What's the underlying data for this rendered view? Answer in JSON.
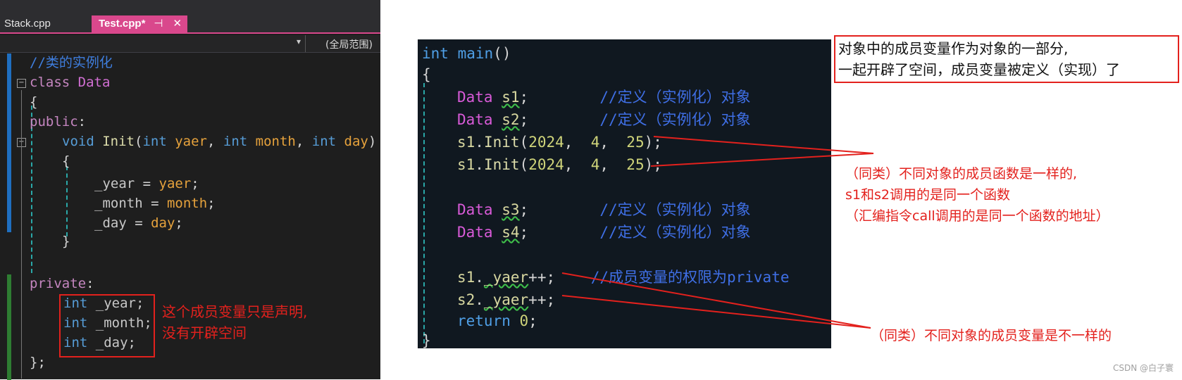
{
  "tabs": [
    {
      "label": "Stack.cpp"
    },
    {
      "label": "Test.cpp*",
      "pin": "⊣",
      "close": "✕"
    }
  ],
  "scope": {
    "label": "(全局范围)"
  },
  "left_code": {
    "comment_title": "//类的实例化",
    "class_kw": "class",
    "class_name": "Data",
    "brace_open": "{",
    "public_kw": "public",
    "colon": ":",
    "void_kw": "void",
    "fn_name": "Init",
    "int_kw": "int",
    "p1": "yaer",
    "p2": "month",
    "p3": "day",
    "assign1": "_year",
    "assign2": "_month",
    "assign3": "_day",
    "private_kw": "private",
    "m1": "_year;",
    "m2": "_month;",
    "m3": "_day;",
    "brace_close": "}",
    "class_end": "};"
  },
  "left_note": {
    "line1": "这个成员变量只是声明,",
    "line2": "没有开辟空间"
  },
  "right_code": {
    "int_kw": "int",
    "main": "main",
    "parens": "()",
    "brace_open": "{",
    "brace_close": "}",
    "data_kw": "Data",
    "s1": "s1",
    "s2": "s2",
    "s3": "s3",
    "s4": "s4",
    "define_comment": "//定义（实例化）对象",
    "init": "Init",
    "args_year": "2024",
    "args_month": "4",
    "args_day": "25",
    "yaer": "_yaer",
    "member_comment": "//成员变量的权限为private",
    "return_kw": "return",
    "zero": "0"
  },
  "top_note": {
    "line1": "对象中的成员变量作为对象的一部分,",
    "line2": "一起开辟了空间，成员变量被定义（实现）了"
  },
  "fn_note": {
    "line1": "（同类）不同对象的成员函数是一样的,",
    "line2": "s1和s2调用的是同一个函数",
    "line3": "（汇编指令call调用的是同一个函数的地址）"
  },
  "var_note": {
    "line1": "（同类）不同对象的成员变量是不一样的"
  },
  "watermark": "CSDN @白子寰"
}
